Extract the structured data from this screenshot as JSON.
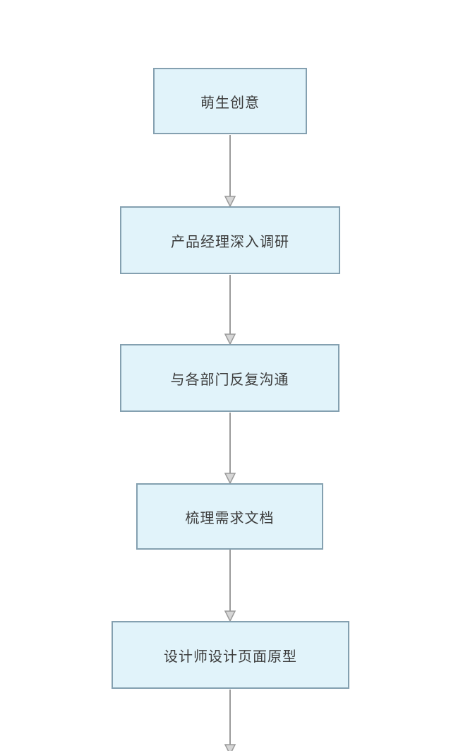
{
  "flowchart": {
    "title": "product-design-process-flowchart",
    "nodes": [
      {
        "label": "萌生创意"
      },
      {
        "label": "产品经理深入调研"
      },
      {
        "label": "与各部门反复沟通"
      },
      {
        "label": "梳理需求文档"
      },
      {
        "label": "设计师设计页面原型"
      }
    ],
    "connections": [
      {
        "from": 0,
        "to": 1
      },
      {
        "from": 1,
        "to": 2
      },
      {
        "from": 2,
        "to": 3
      },
      {
        "from": 3,
        "to": 4
      },
      {
        "from": 4,
        "to": "off-screen-below"
      }
    ],
    "colors": {
      "background": "#ffffff",
      "node_fill": "#e1f3fa",
      "node_border": "#84a0b0",
      "text": "#3b3b3b",
      "arrow_line": "#9a9a9a",
      "arrow_fill": "#d6d6d6"
    }
  }
}
